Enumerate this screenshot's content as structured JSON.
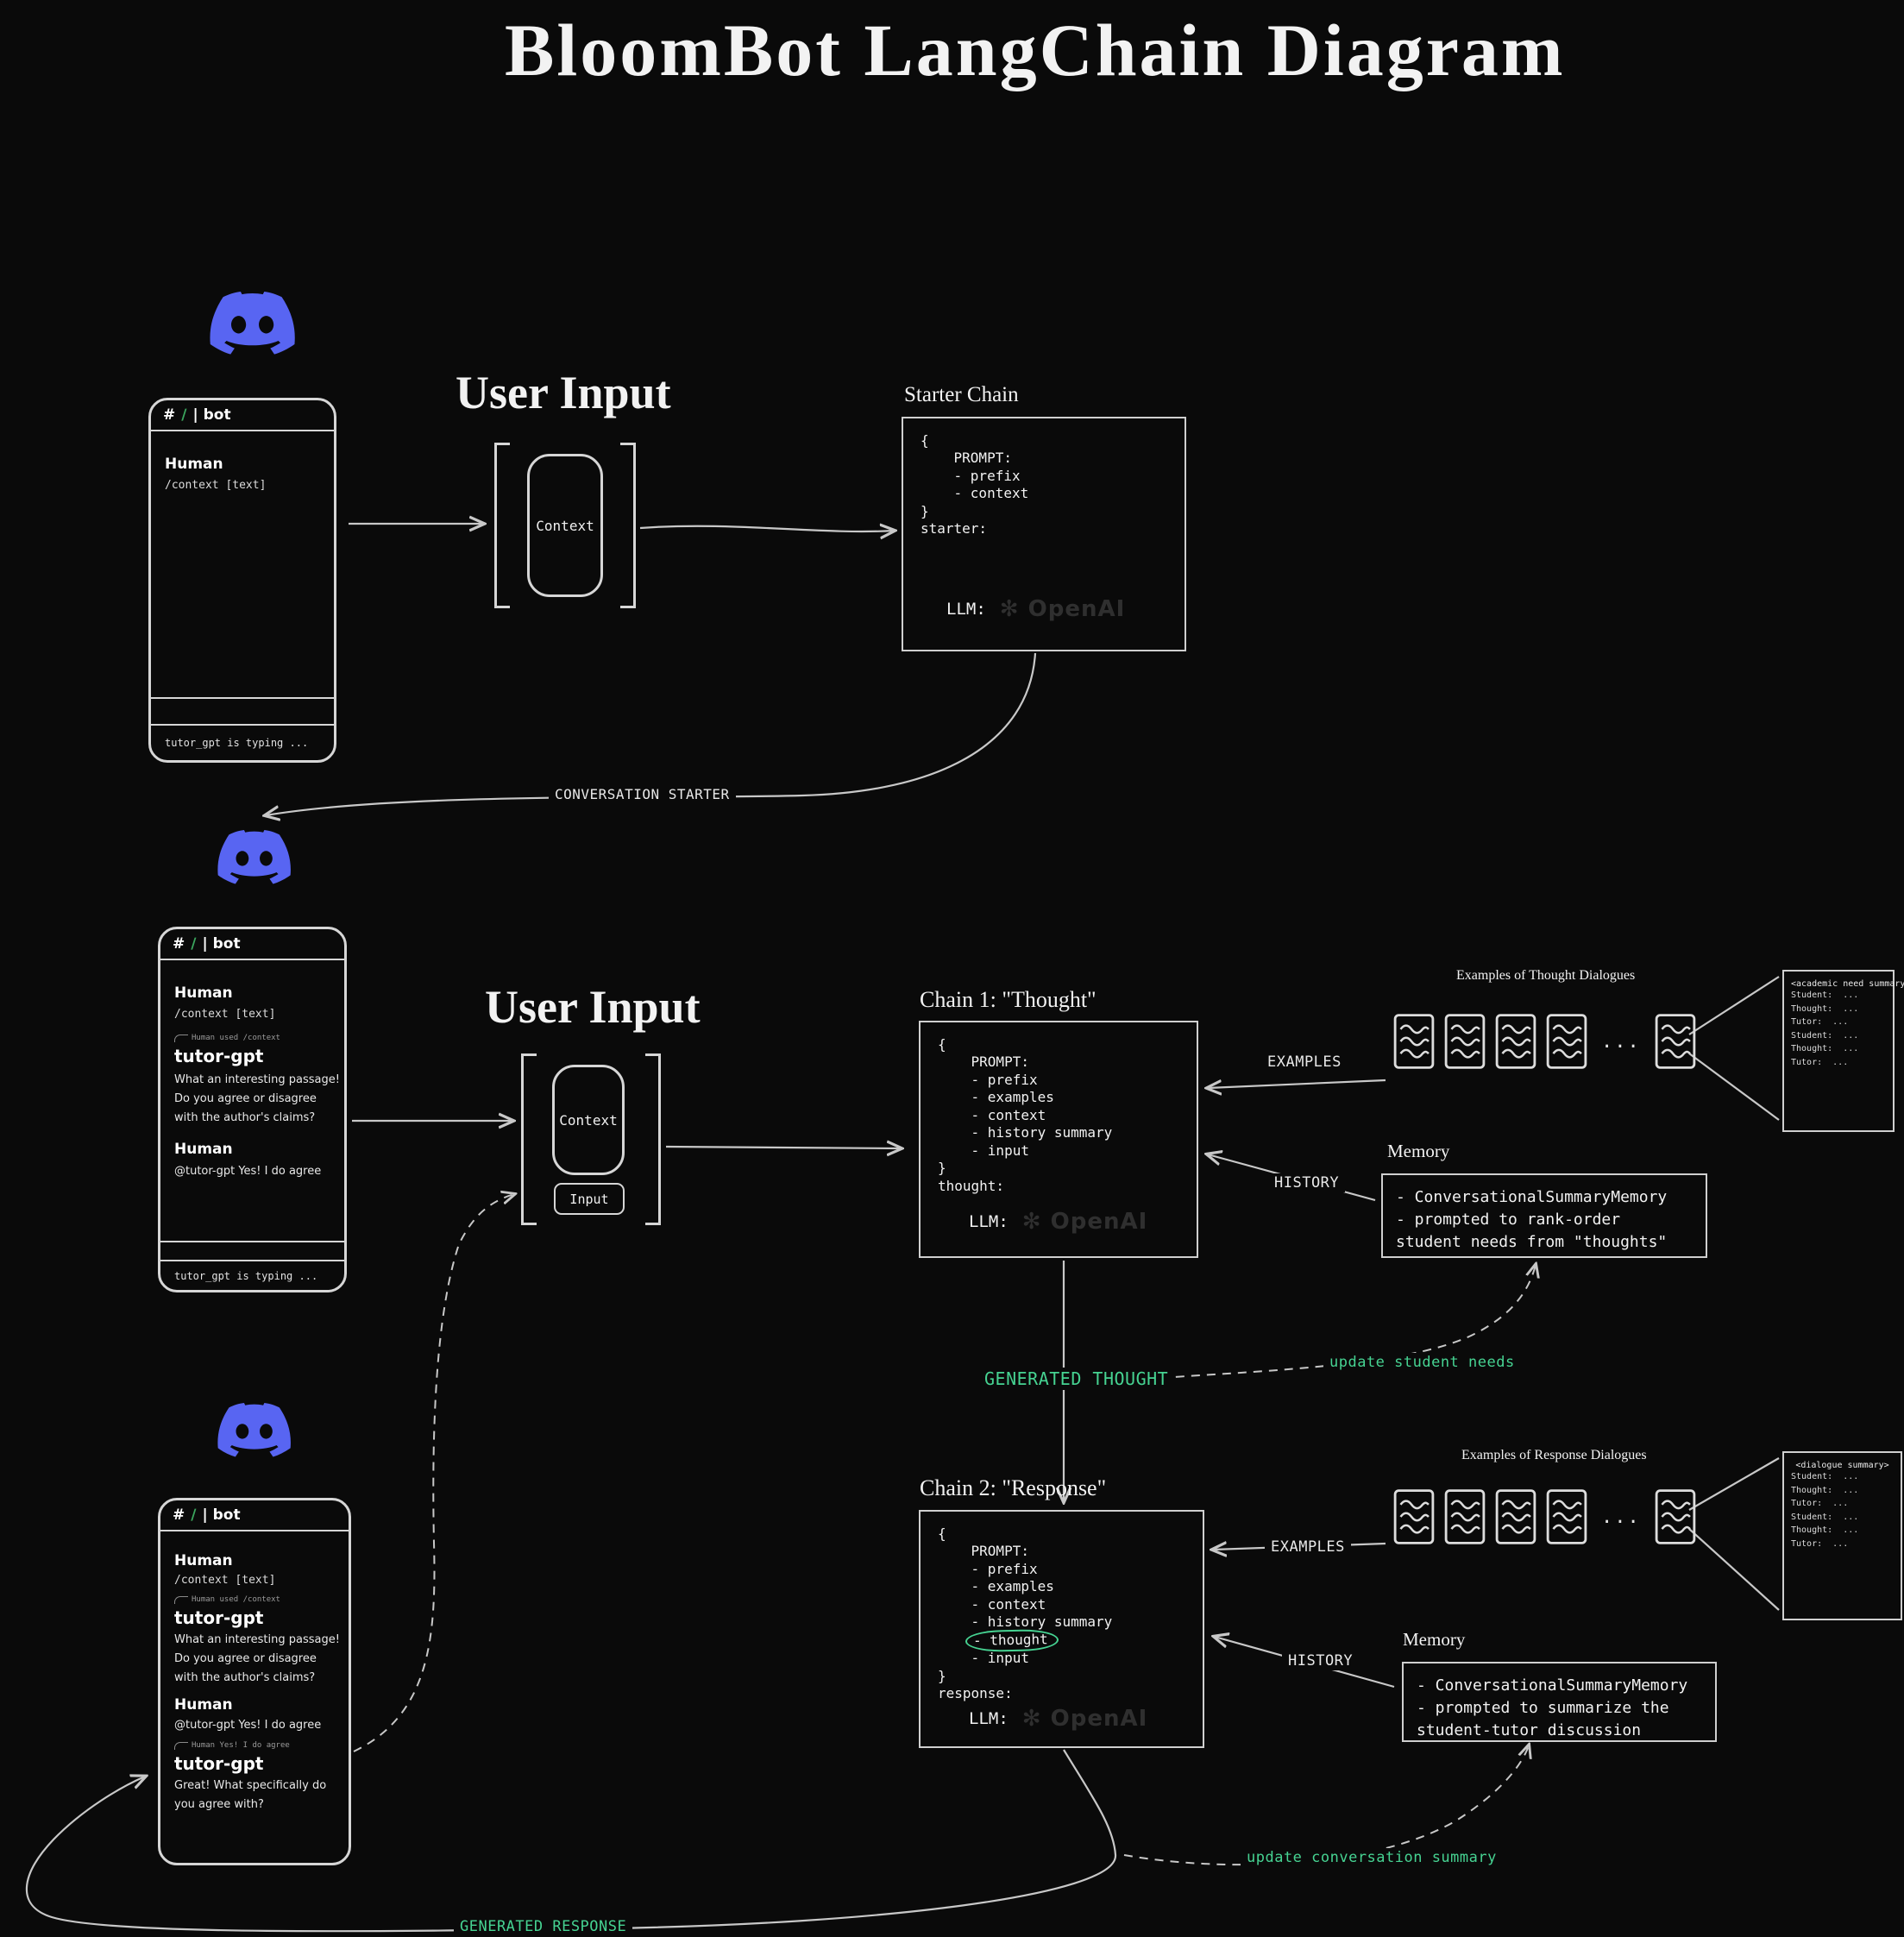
{
  "title": "BloomBot LangChain Diagram",
  "colors": {
    "green": "#46d392",
    "discord_blue": "#5865F2",
    "discord_green": "#3ba55d"
  },
  "icons": {
    "discord_logo": "discord-logo-icon",
    "document": "document-icon",
    "openai_glyph": "✻",
    "reply_line": "reply-line-icon"
  },
  "labels": {
    "user_input": "User Input",
    "context": "Context",
    "input": "Input",
    "conversation_starter": "CONVERSATION STARTER",
    "examples": "EXAMPLES",
    "history": "HISTORY",
    "generated_thought": "GENERATED THOUGHT",
    "generated_response": "GENERATED RESPONSE",
    "update_student_needs": "update student needs",
    "update_conversation_summary": "update conversation summary"
  },
  "discord": {
    "channel_hash": "#",
    "channel_slash": "∕",
    "channel_name": "| bot",
    "human": "Human",
    "context_cmd": "/context [text]",
    "hint_context": "Human used /context",
    "tutor": "tutor-gpt",
    "tutor_msg1_l1": "What an interesting passage!",
    "tutor_msg1_l2": "Do you agree or disagree",
    "tutor_msg1_l3": "with the author's claims?",
    "human_reply": "@tutor-gpt Yes! I do agree",
    "hint_reply": "Human  Yes! I do agree",
    "tutor_msg2_l1": "Great! What specifically do",
    "tutor_msg2_l2": "you agree with?",
    "typing": "tutor_gpt is typing ..."
  },
  "starter_chain": {
    "title": "Starter Chain",
    "lines": [
      "{",
      "    PROMPT:",
      "    - prefix",
      "    - context",
      "}",
      "starter:"
    ],
    "llm_label": "LLM:",
    "llm_value": "OpenAI"
  },
  "chain1": {
    "title": "Chain 1: \"Thought\"",
    "lines": [
      "{",
      "    PROMPT:",
      "    - prefix",
      "    - examples",
      "    - context",
      "    - history summary",
      "    - input",
      "}",
      "thought:"
    ],
    "llm_label": "LLM:",
    "llm_value": "OpenAI"
  },
  "chain2": {
    "title": "Chain 2: \"Response\"",
    "lines_a": [
      "{",
      "    PROMPT:",
      "    - prefix",
      "    - examples",
      "    - context",
      "    - history summary"
    ],
    "thought_indent": "    ",
    "thought_label": "- thought",
    "lines_b": [
      "    - input",
      "}",
      "response:"
    ],
    "llm_label": "LLM:",
    "llm_value": "OpenAI"
  },
  "memory1": {
    "title": "Memory",
    "lines": [
      "- ConversationalSummaryMemory",
      "- prompted to rank-order",
      "student needs from \"thoughts\""
    ]
  },
  "memory2": {
    "title": "Memory",
    "lines": [
      "- ConversationalSummaryMemory",
      "- prompted to summarize the",
      "student-tutor discussion"
    ]
  },
  "examples1": {
    "title": "Examples of Thought Dialogues",
    "ellipsis": "...",
    "summary_title": "<academic need summary>",
    "summary_lines": [
      "Student:  ...",
      "Thought:  ...",
      "Tutor:  ...",
      "Student:  ...",
      "Thought:  ...",
      "Tutor:  ..."
    ]
  },
  "examples2": {
    "title": "Examples of Response Dialogues",
    "ellipsis": "...",
    "summary_title": "<dialogue summary>",
    "summary_lines": [
      "Student:  ...",
      "Thought:  ...",
      "Tutor:  ...",
      "Student:  ...",
      "Thought:  ...",
      "Tutor:  ..."
    ]
  }
}
